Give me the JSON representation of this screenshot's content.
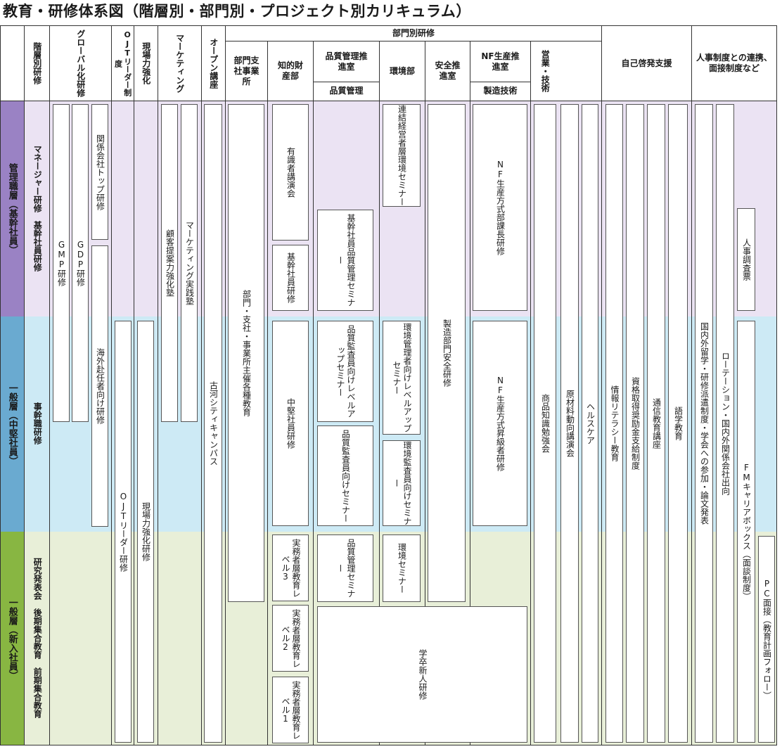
{
  "title": "教育・研修体系図（階層別・部門別・プロジェクト別カリキュラム）",
  "colors": {
    "band_manager_label": "#9a82c4",
    "band_manager": "#ebe3f3",
    "band_middle_label": "#6aaad0",
    "band_middle": "#cdeaf5",
    "band_new_label": "#88b642",
    "band_new": "#e8efd8",
    "line": "#333333",
    "box_border": "#555555"
  },
  "headers": {
    "kaisou": "階層別研修",
    "global": "グローバル化研修",
    "ojt": "OJTリーダー制度",
    "genba": "現場力強化",
    "marketing": "マーケティング",
    "open": "オープン講座",
    "bumon_group": "部門別研修",
    "bumon_shisha": "部門支社事業所",
    "chiteki": "知的財産部",
    "hinshitsu_top": "品質管理推進室",
    "hinshitsu_bottom": "品質管理",
    "kankyo": "環境部",
    "anzen": "安全推進室",
    "nf_top": "NF生産推進室",
    "nf_bottom": "製造技術",
    "eigyo": "営業・技術",
    "jiko": "自己啓発支援",
    "jinji": "人事制度との連携、面接制度など"
  },
  "levels": {
    "manager": "管理職層（基幹社員）",
    "middle": "一般層（中堅社員）",
    "new": "一般層（新入社員）"
  },
  "kaisou_items": {
    "manager": "マネージャー研修　基幹社員研修",
    "middle": "事幹職研修",
    "new": "研究発表会　後期集合教育　前期集合教育"
  },
  "courses": {
    "gmp": "GMP研修",
    "gdp": "GDP研修",
    "kankei": "関係会社トップ研修",
    "kaigai": "海外赴任者向け研修",
    "ojt_leader": "OJTリーダー研修",
    "genba_kensyu": "現場力強化研修",
    "kokyaku": "顧客提案力強化塾",
    "mk_jissen": "マーケティング実践塾",
    "furukawa": "古河シティキャンパス",
    "bumon_shusai": "部門・支社・事業所主催各種教育",
    "yushiki": "有識者講演会",
    "kikan_chiteki": "基幹社員研修",
    "chuken": "中堅社員研修",
    "jitsumu3": "実務者層教育レベル3",
    "jitsumu2": "実務者層教育レベル2",
    "jitsumu1": "実務者層教育レベル1",
    "hq_kikan": "基幹社員品質管理セミナー",
    "hq_levelup": "品質監査員向けレベルアップセミナー",
    "hq_kansa": "品質監査員向けセミナー",
    "hq_kanri": "品質管理セミナー",
    "gakusotsu": "学卒新人研修",
    "env_renketsu": "連結経営者層環境セミナー",
    "env_levelup": "環境管理者向けレベルアップセミナー",
    "env_kansa": "環境監査員向けセミナー",
    "env_seminar": "環境セミナー",
    "anzen_kensyu": "製造部門安全研修",
    "nf_buka": "NF生産方式部課長研修",
    "nf_shokyu": "NF生産方式昇級者研修",
    "shohin": "商品知識勉強会",
    "genzairyo": "原材料動向講演会",
    "health": "ヘルスケア",
    "joho": "情報リテラシー教育",
    "shikaku": "資格取得奨励金支給制度",
    "tsushin": "通信教育講座",
    "gogaku": "語学教育",
    "kokunai": "国内外留学・研修派遣制度・学会への参加・論文発表",
    "rotation": "ローテーション・国内外関係会社出向",
    "jinji_chosa": "人事調査票",
    "fm_career": "FMキャリアボックス（面談制度）",
    "pc_mensetsu": "PC面接（教育計画フォロー）"
  }
}
